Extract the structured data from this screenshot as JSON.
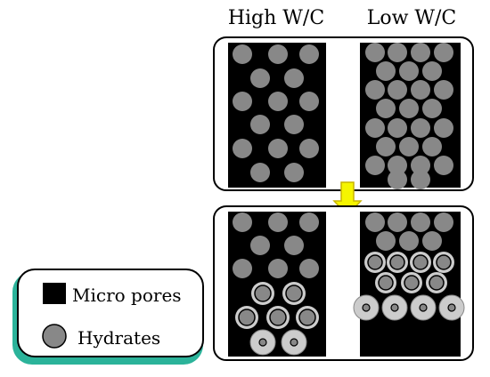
{
  "titles": {
    "left": "High W/C",
    "right": "Low W/C"
  },
  "legend": {
    "pores": "Micro pores",
    "hydrates": "Hydrates"
  },
  "colors": {
    "pore": "#000000",
    "hydrate": "#888888",
    "outer_product": "#cccccc",
    "arrow": "#f5f500",
    "legend_shadow": "#2bb39a"
  }
}
